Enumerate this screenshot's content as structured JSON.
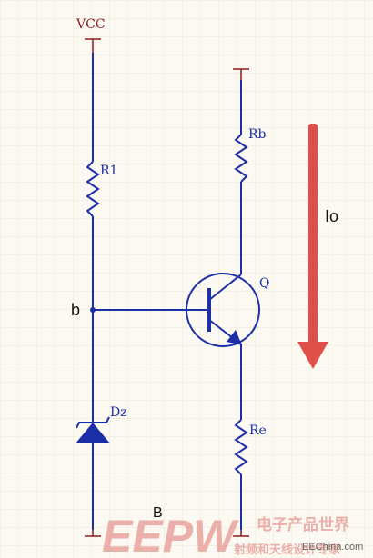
{
  "labels": {
    "vcc": "VCC",
    "r1": "R1",
    "rb": "Rb",
    "q": "Q",
    "re": "Re",
    "dz": "Dz",
    "io": "Io",
    "node_b_lower": "b",
    "node_b_upper": "B"
  },
  "watermark": {
    "logo": "EEPW",
    "cn_line1": "电子产品世界",
    "cn_line2": "射频和天线设计专家",
    "site": "EEChina.com"
  },
  "colors": {
    "background": "#fbf9f1",
    "grid": "#ece7d8",
    "wire": "#1c2fa8",
    "rail": "#8a1c1c",
    "arrow": "#e0504a",
    "watermark": "#e89893"
  }
}
